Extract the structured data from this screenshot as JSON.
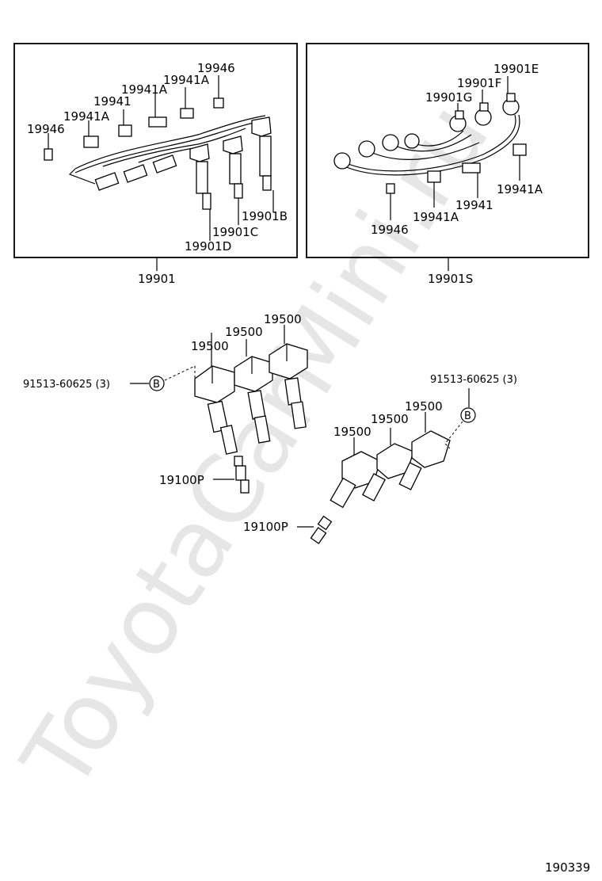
{
  "watermark": "ToyotaCarMini.ru",
  "left_panel": {
    "caption": "19901",
    "labels": {
      "c1": "19946",
      "c2": "19941A",
      "c3": "19941",
      "c4": "19941A",
      "c5": "19941A",
      "c6": "19946",
      "b1": "19901B",
      "b2": "19901C",
      "b3": "19901D"
    }
  },
  "right_panel": {
    "caption": "19901S",
    "labels": {
      "e": "19901E",
      "f": "19901F",
      "g": "19901G",
      "c1": "19941A",
      "c2": "19941",
      "c3": "19941A",
      "c4": "19946"
    }
  },
  "upper_coils": {
    "bolt": "91513-60625 (3)",
    "ref": "B",
    "coil1": "19500",
    "coil2": "19500",
    "coil3": "19500",
    "plug": "19100P"
  },
  "lower_coils": {
    "bolt": "91513-60625 (3)",
    "ref": "B",
    "coil1": "19500",
    "coil2": "19500",
    "coil3": "19500",
    "plug": "19100P"
  },
  "figure_code": "190339"
}
